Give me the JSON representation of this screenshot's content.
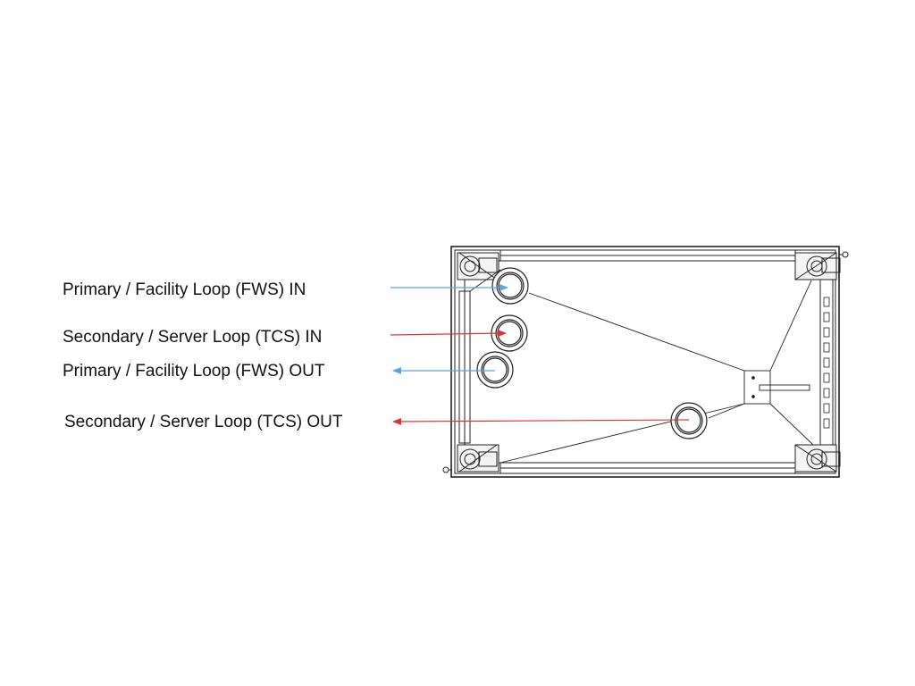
{
  "labels": {
    "fws_in": "Primary / Facility Loop (FWS) IN",
    "tcs_in": "Secondary / Server Loop (TCS) IN",
    "fws_out": "Primary / Facility Loop (FWS) OUT",
    "tcs_out": "Secondary / Server Loop (TCS) OUT"
  },
  "colors": {
    "fws": "#5aa6d6",
    "tcs": "#e0313a",
    "line": "#222222"
  }
}
